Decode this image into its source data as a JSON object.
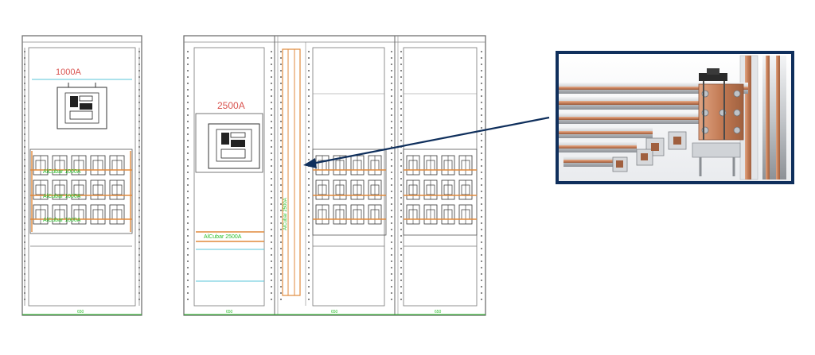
{
  "figure": {
    "left_panel": {
      "rating_label": "1000A",
      "busbar_labels": [
        "AlCubar 1000A",
        "AlCubar 1000A",
        "AlCubar 1000A"
      ],
      "dimension_label": "650"
    },
    "right_assembly": {
      "rating_label": "2500A",
      "horizontal_bar_label": "AlCubar 2500A",
      "vertical_bar_label": "AlCubar 2500A",
      "dimension_labels": [
        "650",
        "650",
        "650"
      ]
    },
    "colors": {
      "frame": "#666666",
      "rating_text": "#d9534f",
      "busbar_green": "#2bbf2b",
      "busbar_orange": "#e08a3c",
      "cyan_line": "#58c4d8",
      "callout_border": "#0f2f5c",
      "arrow": "#0f2f5c",
      "copper": "#c8805a",
      "aluminium": "#c9ccd0"
    },
    "callout": {
      "image": "busbar-connection-photo"
    }
  }
}
